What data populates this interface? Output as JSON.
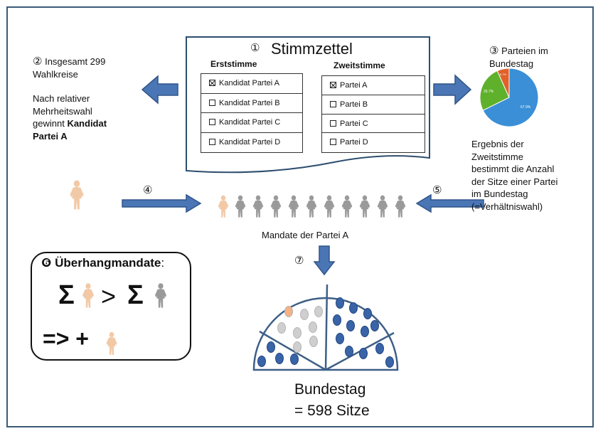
{
  "ballot": {
    "number": "①",
    "title": "Stimmzettel",
    "erststimme": {
      "header": "Erststimme",
      "rows": [
        {
          "label": "Kandidat Partei A",
          "checked": true
        },
        {
          "label": "Kandidat Partei B",
          "checked": false
        },
        {
          "label": "Kandidat Partei C",
          "checked": false
        },
        {
          "label": "Kandidat Partei D",
          "checked": false
        }
      ]
    },
    "zweitstimme": {
      "header": "Zweitstimme",
      "rows": [
        {
          "label": "Partei A",
          "checked": true
        },
        {
          "label": "Partei B",
          "checked": false
        },
        {
          "label": "Partei C",
          "checked": false
        },
        {
          "label": "Partei D",
          "checked": false
        }
      ]
    }
  },
  "left_note": {
    "number": "②",
    "line1": "Insgesamt 299",
    "line2": "Wahlkreise",
    "line3": "Nach relativer",
    "line4": "Mehrheitswahl",
    "line5_prefix": "gewinnt",
    "line5_bold": "Kandidat",
    "line6_bold": "Partei A"
  },
  "parliament_parties": {
    "number": "③",
    "line1": "Parteien im",
    "line2": "Bundestag",
    "pie_labels": [
      "67.9%",
      "25.7%",
      "6.7%"
    ]
  },
  "chart_data": {
    "type": "pie",
    "values": [
      67.9,
      25.7,
      6.7
    ],
    "labels": [
      "67.9%",
      "25.7%",
      "6.7%"
    ],
    "colors": [
      "#3a8fd6",
      "#5fb02b",
      "#e0622a"
    ]
  },
  "right_note": {
    "lines": [
      "Ergebnis der",
      "Zweitstimme",
      "bestimmt die Anzahl",
      "der Sitze einer Partei",
      "im Bundestag",
      "(=Verhältniswahl)"
    ]
  },
  "step4": "④",
  "step5": "⑤",
  "step7": "⑦",
  "mandate_label": "Mandate der Partei A",
  "ueberhang": {
    "number": "❻",
    "title": "Überhangmandate",
    "colon": ":",
    "sigma1": "Σ",
    "gt": ">",
    "sigma2": "Σ",
    "plus_line": "=> +"
  },
  "bundestag": {
    "line1": "Bundestag",
    "line2": "= 598 Sitze"
  },
  "colors": {
    "arrow": "#4a76b5",
    "arrow_stroke": "#30558a",
    "figure_peach": "#f2c9a6",
    "figure_grey": "#9a9a9a",
    "seat_blue": "#3a64a8",
    "seat_grey": "#cfcfcf",
    "seat_orange": "#f4b183"
  }
}
